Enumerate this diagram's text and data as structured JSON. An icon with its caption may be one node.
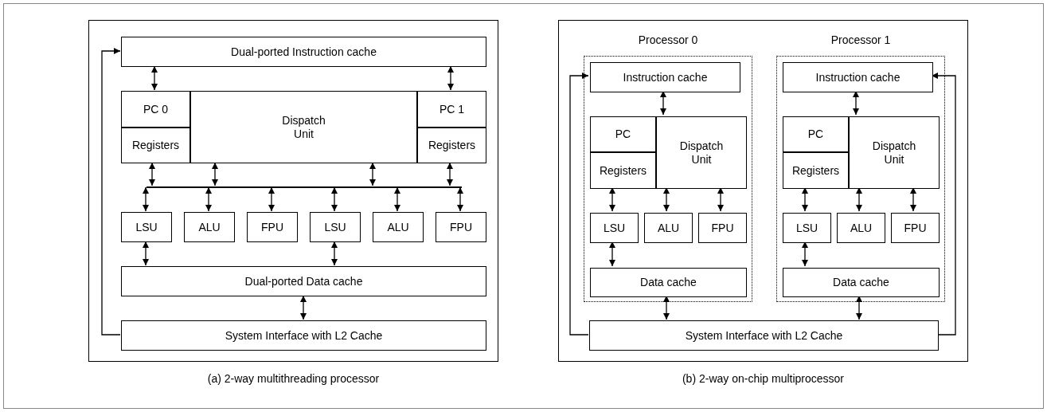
{
  "diagram": {
    "nodes": [
      {
        "text": [
          "(a) 2-way multithreading processor"
        ]
      },
      {
        "text": [
          "Dual-ported Instruction cache"
        ],
        "in": 0
      },
      {
        "text": [
          "PC 0"
        ],
        "in": 0
      },
      {
        "text": [
          "Registers"
        ],
        "in": 0
      },
      {
        "text": [
          "Dispatch Unit"
        ],
        "in": 0
      },
      {
        "text": [
          "PC 1"
        ],
        "in": 0
      },
      {
        "text": [
          "Registers"
        ],
        "in": 0
      },
      {
        "text": [],
        "shape": "bar",
        "in": 0
      },
      {
        "text": [
          "LSU"
        ],
        "in": 0
      },
      {
        "text": [
          "ALU"
        ],
        "in": 0
      },
      {
        "text": [
          "FPU"
        ],
        "in": 0
      },
      {
        "text": [
          "LSU"
        ],
        "in": 0
      },
      {
        "text": [
          "ALU"
        ],
        "in": 0
      },
      {
        "text": [
          "FPU"
        ],
        "in": 0
      },
      {
        "text": [
          "Dual-ported Data cache"
        ],
        "in": 0
      },
      {
        "text": [
          "System Interface with L2 Cache"
        ],
        "in": 0
      },
      {
        "text": [
          "(b) 2-way on-chip multiprocessor"
        ]
      },
      {
        "text": [
          "Processor 0"
        ],
        "in": 16
      },
      {
        "text": [
          "Instruction cache"
        ],
        "in": 17
      },
      {
        "text": [
          "PC"
        ],
        "in": 17
      },
      {
        "text": [
          "Registers"
        ],
        "in": 17
      },
      {
        "text": [
          "Dispatch Unit"
        ],
        "in": 17
      },
      {
        "text": [
          "LSU"
        ],
        "in": 17
      },
      {
        "text": [
          "ALU"
        ],
        "in": 17
      },
      {
        "text": [
          "FPU"
        ],
        "in": 17
      },
      {
        "text": [
          "Data cache"
        ],
        "in": 17
      },
      {
        "text": [
          "Processor 1"
        ],
        "in": 16
      },
      {
        "text": [
          "Instruction cache"
        ],
        "in": 26
      },
      {
        "text": [
          "PC"
        ],
        "in": 26
      },
      {
        "text": [
          "Registers"
        ],
        "in": 26
      },
      {
        "text": [
          "Dispatch Unit"
        ],
        "in": 26
      },
      {
        "text": [
          "LSU"
        ],
        "in": 26
      },
      {
        "text": [
          "ALU"
        ],
        "in": 26
      },
      {
        "text": [
          "FPU"
        ],
        "in": 26
      },
      {
        "text": [
          "Data cache"
        ],
        "in": 26
      },
      {
        "text": [
          "System Interface with L2 Cache"
        ],
        "in": 16
      }
    ],
    "edges": [
      {
        "from": 1,
        "to": 2,
        "arrow": "both"
      },
      {
        "from": 1,
        "to": 5,
        "arrow": "both"
      },
      {
        "from": 3,
        "to": 7,
        "arrow": "both"
      },
      {
        "from": 4,
        "to": 7,
        "arrow": "both"
      },
      {
        "from": 4,
        "to": 7,
        "arrow": "both"
      },
      {
        "from": 6,
        "to": 7,
        "arrow": "both"
      },
      {
        "from": 7,
        "to": 8,
        "arrow": "both"
      },
      {
        "from": 7,
        "to": 9,
        "arrow": "both"
      },
      {
        "from": 7,
        "to": 10,
        "arrow": "both"
      },
      {
        "from": 7,
        "to": 11,
        "arrow": "both"
      },
      {
        "from": 7,
        "to": 12,
        "arrow": "both"
      },
      {
        "from": 7,
        "to": 13,
        "arrow": "both"
      },
      {
        "from": 8,
        "to": 14,
        "arrow": "both"
      },
      {
        "from": 11,
        "to": 14,
        "arrow": "both"
      },
      {
        "from": 14,
        "to": 15,
        "arrow": "both"
      },
      {
        "from": 15,
        "to": 1,
        "arrow": "to"
      },
      {
        "from": 18,
        "to": 21,
        "arrow": "both"
      },
      {
        "from": 20,
        "to": 22,
        "arrow": "both"
      },
      {
        "from": 21,
        "to": 23,
        "arrow": "both"
      },
      {
        "from": 21,
        "to": 24,
        "arrow": "both"
      },
      {
        "from": 22,
        "to": 25,
        "arrow": "both"
      },
      {
        "from": 25,
        "to": 35,
        "arrow": "both"
      },
      {
        "from": 35,
        "to": 18,
        "arrow": "to"
      },
      {
        "from": 27,
        "to": 30,
        "arrow": "both"
      },
      {
        "from": 29,
        "to": 31,
        "arrow": "both"
      },
      {
        "from": 30,
        "to": 32,
        "arrow": "both"
      },
      {
        "from": 30,
        "to": 33,
        "arrow": "both"
      },
      {
        "from": 31,
        "to": 34,
        "arrow": "both"
      },
      {
        "from": 34,
        "to": 35,
        "arrow": "both"
      },
      {
        "from": 35,
        "to": 27,
        "arrow": "to"
      }
    ]
  }
}
